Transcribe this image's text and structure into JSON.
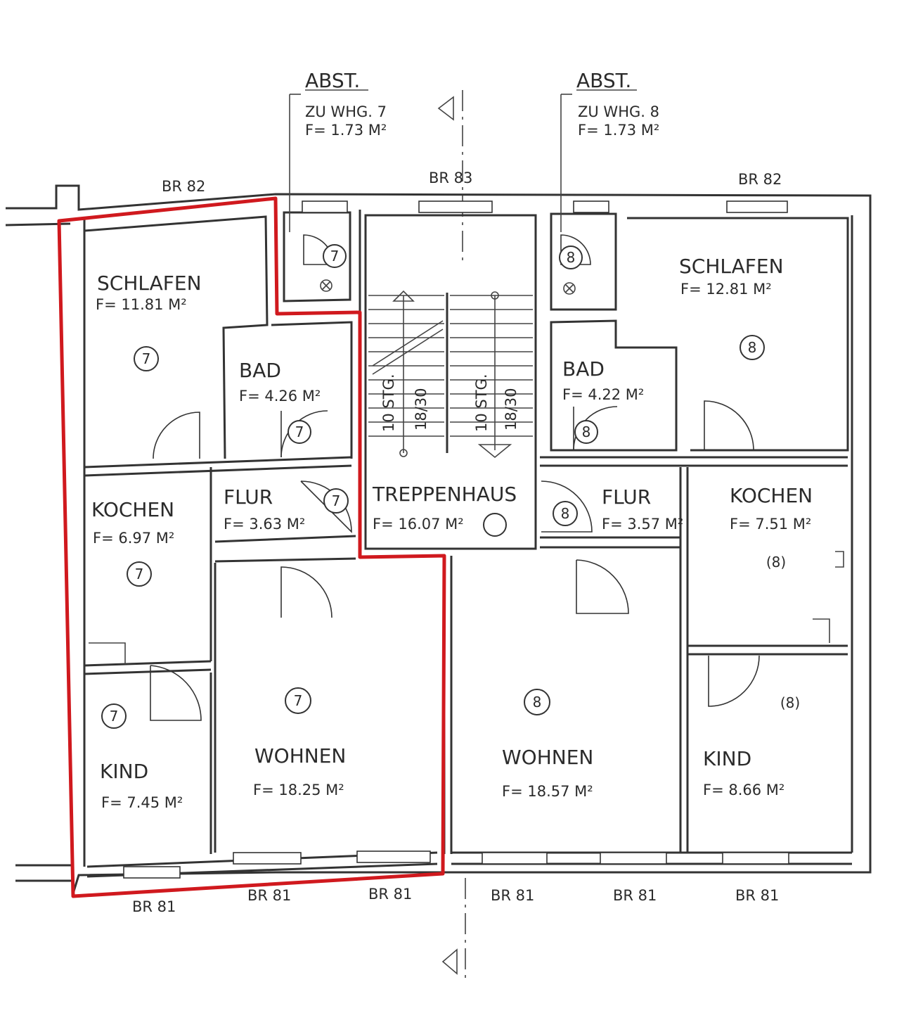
{
  "colors": {
    "line": "#333333",
    "highlight": "#d0191e",
    "background": "#ffffff"
  },
  "annotations": {
    "abst_left": {
      "title": "ABST.",
      "line1": "ZU WHG. 7",
      "line2": "F= 1.73 M²"
    },
    "abst_right": {
      "title": "ABST.",
      "line1": "ZU WHG. 8",
      "line2": "F= 1.73 M²"
    },
    "windows_top": [
      "BR 82",
      "BR 83",
      "BR 82"
    ],
    "windows_bottom": [
      "BR 81",
      "BR 81",
      "BR 81",
      "BR 81",
      "BR 81",
      "BR 81"
    ],
    "stairs_left": {
      "steps": "10 STG.",
      "ratio": "18/30"
    },
    "stairs_right": {
      "steps": "10 STG.",
      "ratio": "18/30"
    }
  },
  "rooms": {
    "schlafen7": {
      "name": "SCHLAFEN",
      "area": "F= 11.81 M²",
      "unit": "7"
    },
    "bad7": {
      "name": "BAD",
      "area": "F= 4.26 M²",
      "unit": "7"
    },
    "kochen7": {
      "name": "KOCHEN",
      "area": "F= 6.97 M²",
      "unit": "7"
    },
    "flur7": {
      "name": "FLUR",
      "area": "F= 3.63 M²",
      "unit": "7"
    },
    "kind7": {
      "name": "KIND",
      "area": "F= 7.45 M²",
      "unit": "7"
    },
    "wohnen7": {
      "name": "WOHNEN",
      "area": "F= 18.25 M²",
      "unit": "7"
    },
    "treppenhaus": {
      "name": "TREPPENHAUS",
      "area": "F= 16.07 M²"
    },
    "schlafen8": {
      "name": "SCHLAFEN",
      "area": "F= 12.81 M²",
      "unit": "8"
    },
    "bad8": {
      "name": "BAD",
      "area": "F= 4.22 M²",
      "unit": "8"
    },
    "flur8": {
      "name": "FLUR",
      "area": "F= 3.57 M²",
      "unit": "8"
    },
    "kochen8": {
      "name": "KOCHEN",
      "area": "F= 7.51 M²",
      "unit": "(8)"
    },
    "wohnen8": {
      "name": "WOHNEN",
      "area": "F= 18.57 M²",
      "unit": "8"
    },
    "kind8": {
      "name": "KIND",
      "area": "F= 8.66 M²",
      "unit": "(8)"
    },
    "abst7": {
      "unit": "7"
    },
    "abst8": {
      "unit": "8"
    }
  }
}
